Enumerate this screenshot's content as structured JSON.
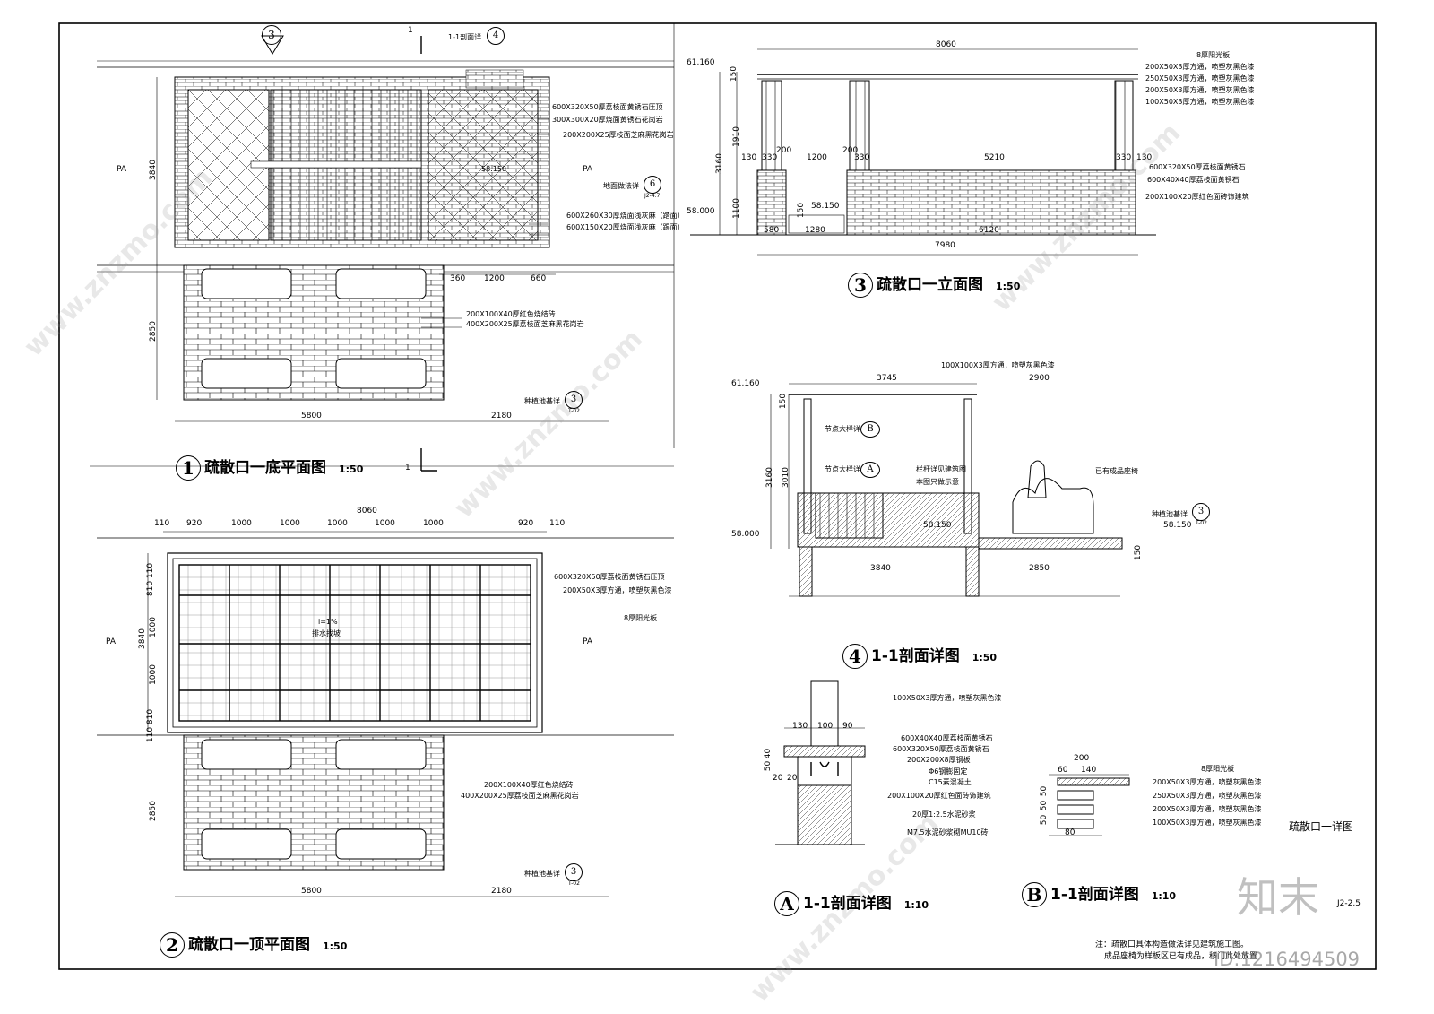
{
  "sheet": {
    "section_mark": "3",
    "cut_label": "1-1剖面详",
    "cut_ref": "4",
    "cut_num": "1",
    "detail_title": "疏散口一详图",
    "drawing_no": "J2-2.5",
    "note_line1": "注：疏散口具体构造做法详见建筑施工图。",
    "note_line2": "成品座椅为样板区已有成品，移门此处放置",
    "watermark_brand": "知末",
    "watermark_id": "ID:1216494509",
    "watermark_text": "www.znzmo.com"
  },
  "plan1": {
    "num": "1",
    "title": "疏散口一底平面图",
    "scale": "1:50",
    "dims": {
      "d3840": "3840",
      "d2850": "2850",
      "d5800": "5800",
      "d2180": "2180",
      "d360": "360",
      "d1200": "1200",
      "d660": "660"
    },
    "pa": "PA",
    "level": "58.150",
    "labels": [
      "600X320X50厚荔枝面黄锈石压顶",
      "300X300X20厚烧面黄锈石花岗岩",
      "200X200X25厚枝面芝麻黑花岗岩",
      "地面做法详",
      "600X260X30厚烧面浅灰麻（踏面）",
      "600X150X20厚烧面浅灰麻（踢面）",
      "200X100X40厚红色烧结砖",
      "400X200X25厚荔枝面芝麻黑花岗岩",
      "种植池基详"
    ],
    "ref6": "6",
    "ref6_sheet": "J2-4.7",
    "ref3": "3",
    "ref3_sheet": "T-02"
  },
  "plan2": {
    "num": "2",
    "title": "疏散口一顶平面图",
    "scale": "1:50",
    "top_dims": [
      "110",
      "920",
      "1000",
      "1000",
      "1000",
      "1000",
      "1000",
      "920",
      "110"
    ],
    "total": "8060",
    "left_dims": [
      "110",
      "810",
      "1000",
      "1000",
      "810",
      "110"
    ],
    "d3840": "3840",
    "d2850": "2850",
    "d5800": "5800",
    "d2180": "2180",
    "pa": "PA",
    "slope": "i=1%",
    "slope_note": "排水找坡",
    "labels": [
      "600X320X50厚荔枝面黄锈石压顶",
      "200X50X3厚方通，喷塑灰黑色漆",
      "8厚阳光板",
      "200X100X40厚红色烧结砖",
      "400X200X25厚荔枝面芝麻黑花岗岩",
      "种植池基详"
    ],
    "ref3": "3",
    "ref3_sheet": "T-02"
  },
  "elev3": {
    "num": "3",
    "title": "疏散口一立面图",
    "scale": "1:50",
    "top": "8060",
    "bottom": "7980",
    "bottom_dims": [
      "580",
      "1280",
      "6120"
    ],
    "mid_dims": [
      "130",
      "330",
      "200",
      "1200",
      "200",
      "330",
      "5210",
      "330",
      "130"
    ],
    "left_dims": [
      "150",
      "1910",
      "3160",
      "1100"
    ],
    "levels": [
      "61.160",
      "58.000",
      "58.150"
    ],
    "d150": "150",
    "labels": [
      "8厚阳光板",
      "200X50X3厚方通，喷塑灰黑色漆",
      "250X50X3厚方通，喷塑灰黑色漆",
      "200X50X3厚方通，喷塑灰黑色漆",
      "100X50X3厚方通，喷塑灰黑色漆",
      "600X320X50厚荔枝面黄锈石",
      "600X40X40厚荔枝面黄锈石",
      "200X100X20厚红色面砖饰建筑"
    ]
  },
  "sect4": {
    "num": "4",
    "title": "1-1剖面详图",
    "scale": "1:50",
    "top_dims": [
      "3745",
      "2900"
    ],
    "bottom_dims": [
      "3840",
      "2850"
    ],
    "left_dims": [
      "150",
      "3160",
      "3010"
    ],
    "right_dim": "150",
    "levels": [
      "61.160",
      "58.000",
      "58.150",
      "58.150"
    ],
    "labels": [
      "100X100X3厚方通，喷塑灰黑色漆",
      "节点大样详",
      "节点大样详",
      "栏杆详见建筑图",
      "本图只做示意",
      "已有成品座椅",
      "种植池基详"
    ],
    "refA": "A",
    "refB": "B",
    "ref3": "3",
    "ref3_sheet": "T-02"
  },
  "detA": {
    "num": "A",
    "title": "1-1剖面详图",
    "scale": "1:10",
    "dims": [
      "130",
      "100",
      "90"
    ],
    "left_dims": [
      "40",
      "50",
      "20",
      "20"
    ],
    "labels": [
      "100X50X3厚方通，喷塑灰黑色漆",
      "600X40X40厚荔枝面黄锈石",
      "600X320X50厚荔枝面黄锈石",
      "200X200X8厚钢板",
      "Φ6钢膨固定",
      "C15素混凝土",
      "200X100X20厚红色面砖饰建筑",
      "20厚1:2.5水泥砂浆",
      "M7.5水泥砂浆砌MU10砖"
    ]
  },
  "detB": {
    "num": "B",
    "title": "1-1剖面详图",
    "scale": "1:10",
    "dims": [
      "200",
      "60",
      "140",
      "80"
    ],
    "left_dims": [
      "50",
      "50",
      "50"
    ],
    "labels": [
      "8厚阳光板",
      "200X50X3厚方通，喷塑灰黑色漆",
      "250X50X3厚方通，喷塑灰黑色漆",
      "200X50X3厚方通，喷塑灰黑色漆",
      "100X50X3厚方通，喷塑灰黑色漆"
    ]
  }
}
